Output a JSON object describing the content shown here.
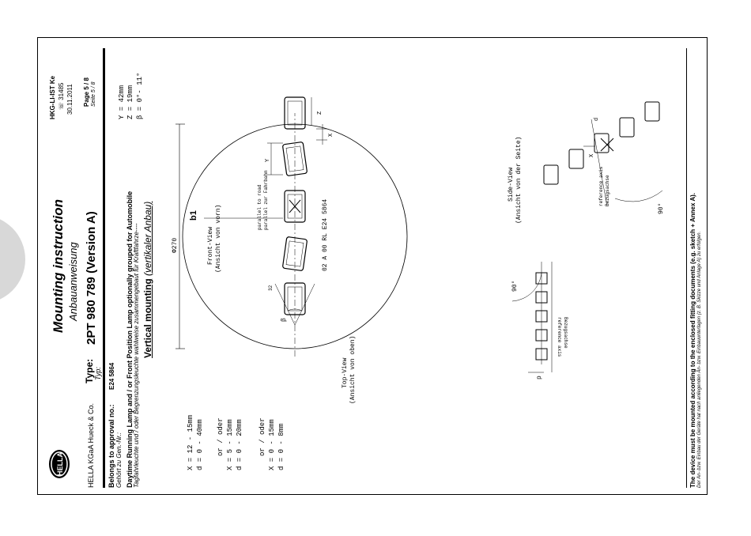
{
  "company": "HELLA KGaA Hueck & Co.",
  "logo_text": "HELLA",
  "title": "Mounting instruction",
  "subtitle": "Anbauanweisung",
  "type_label": "Type:",
  "type_label_de": "Typ:",
  "type_value": "2PT 980 789 (Version A)",
  "doc": {
    "code": "HKG-LI-IST Ke",
    "phone": "☏ 31485",
    "date": "30.11.2011",
    "page": "Page 5 / 8",
    "page_de": "Seite 5 / 8"
  },
  "approval": {
    "label": "Belongs to approval no.:",
    "label_de": "Gehört zu Gen.-Nr.:",
    "value": "E24 5864"
  },
  "desc": "Daytime Running Lamp and / or Front Position Lamp optionally grouped for Automobile",
  "desc_de": "Tagfahrleuchte und / oder Begrenzungsleuchte wahlweise zusammengebaut für Kraftfahrze----",
  "heading": "Vertical mounting",
  "heading_de": "(vertikaler Anbau)",
  "params": {
    "g1_x": "X = 12 - 15mm",
    "g1_d": "d = 0 - 40mm",
    "or1": "or / oder",
    "g2_x": "X = 5 - 15mm",
    "g2_d": "d = 0 - 20mm",
    "or2": "or / oder",
    "g3_x": "X = 0 - 15mm",
    "g3_d": "d = 0 - 8mm"
  },
  "yz": {
    "y": "Y = 42mm",
    "z": "Z = 19mm",
    "b": "β = 0°- 11°"
  },
  "drawing": {
    "b1": "b1",
    "front_view": "Front-View",
    "front_view_de": "(Ansicht von vorn)",
    "top_view": "Top-View",
    "top_view_de": "(Ansicht von oben)",
    "side_view": "Side-View",
    "side_view_de": "(Ansicht von der Seite)",
    "diameter": "Φ270",
    "parallel_road": "parallel to road",
    "parallel_road_de": "parallel zur Fahrbahn",
    "approval_mark": "02 A 00 RL  E24  5864",
    "ref_axis": "reference axis",
    "ref_axis_de": "Bezugsachse",
    "angle_90": "90°",
    "beta": "β",
    "dim_x": "X",
    "dim_y": "Y",
    "dim_z": "Z",
    "dim_d": "d",
    "dim_p": "p",
    "dim_32": "32"
  },
  "footer": "The device must be mounted according to the enclosed fitting documents (e.g. sketch + Annex A).",
  "footer_de": "Der An- bzw. Einbau der Geräte hat nach anliegenden An- bzw. Einbauunterlagen (z. B. Skizze und Anlage A) zu erfolgen."
}
